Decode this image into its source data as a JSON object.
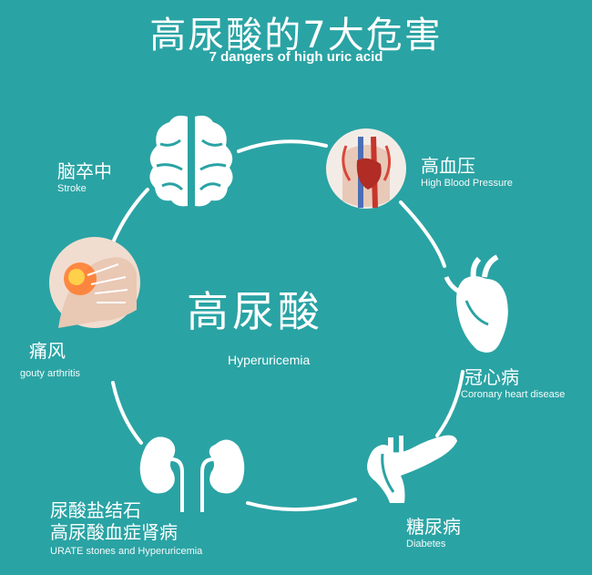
{
  "header": {
    "title": "高尿酸的7大危害",
    "subtitle": "7 dangers of high uric acid"
  },
  "center": {
    "label_zh": "高尿酸",
    "label_en": "Hyperuricemia"
  },
  "items": [
    {
      "zh": "脑卒中",
      "en": "Stroke",
      "icon": "brain-icon"
    },
    {
      "zh": "高血压",
      "en": "High Blood Pressure",
      "icon": "heart-anatomy-icon"
    },
    {
      "zh": "冠心病",
      "en": "Coronary heart disease",
      "icon": "heart-icon"
    },
    {
      "zh": "糖尿病",
      "en": "Diabetes",
      "icon": "pancreas-icon"
    },
    {
      "zh": "尿酸盐结石",
      "zh2": "高尿酸血症肾病",
      "en": "URATE stones and Hyperuricemia",
      "icon": "kidneys-icon"
    },
    {
      "zh": "痛风",
      "en": "gouty arthritis",
      "icon": "foot-icon"
    }
  ],
  "colors": {
    "background": "#2aa3a4",
    "ring": "#ffffff",
    "text": "#ffffff",
    "gout_highlight": "#ff7a2a"
  }
}
